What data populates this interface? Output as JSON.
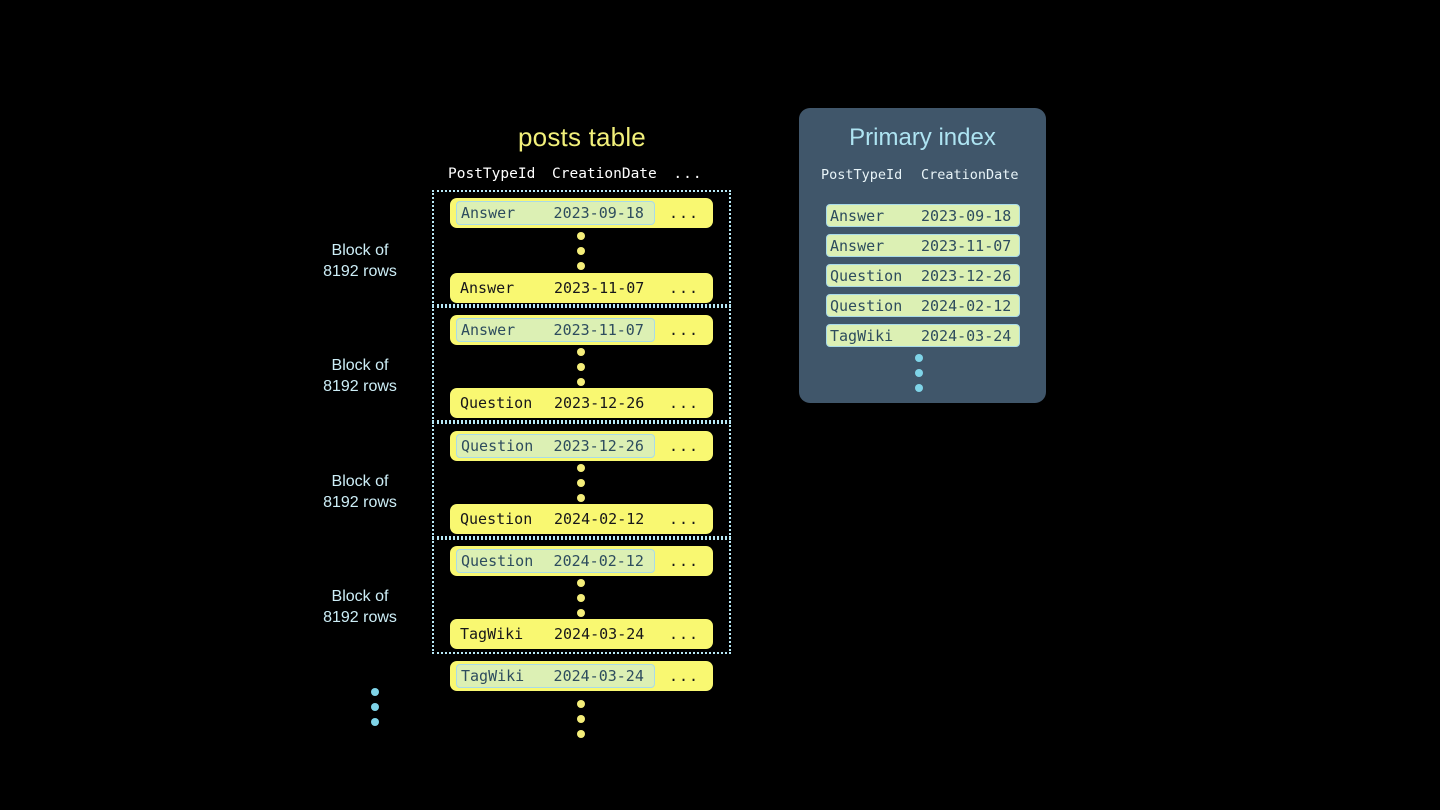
{
  "posts_table": {
    "title": "posts table",
    "columns": {
      "post_type_id": "PostTypeId",
      "creation_date": "CreationDate",
      "ellipsis": "..."
    },
    "block_label": "Block of\n8192 rows",
    "block_label_line1": "Block of",
    "block_label_line2": "8192 rows",
    "row_ellipsis": "...",
    "blocks": [
      {
        "label_line1": "Block of",
        "label_line2": "8192 rows",
        "first_row": {
          "post_type_id": "Answer",
          "creation_date": "2023-09-18",
          "marked": true
        },
        "last_row": {
          "post_type_id": "Answer",
          "creation_date": "2023-11-07",
          "marked": false
        }
      },
      {
        "label_line1": "Block of",
        "label_line2": "8192 rows",
        "first_row": {
          "post_type_id": "Answer",
          "creation_date": "2023-11-07",
          "marked": true
        },
        "last_row": {
          "post_type_id": "Question",
          "creation_date": "2023-12-26",
          "marked": false
        }
      },
      {
        "label_line1": "Block of",
        "label_line2": "8192 rows",
        "first_row": {
          "post_type_id": "Question",
          "creation_date": "2023-12-26",
          "marked": true
        },
        "last_row": {
          "post_type_id": "Question",
          "creation_date": "2024-02-12",
          "marked": false
        }
      },
      {
        "label_line1": "Block of",
        "label_line2": "8192 rows",
        "first_row": {
          "post_type_id": "Question",
          "creation_date": "2024-02-12",
          "marked": true
        },
        "last_row": {
          "post_type_id": "TagWiki",
          "creation_date": "2024-03-24",
          "marked": false
        }
      }
    ],
    "trailing_row": {
      "post_type_id": "TagWiki",
      "creation_date": "2024-03-24",
      "marked": true
    }
  },
  "primary_index": {
    "title": "Primary index",
    "columns": {
      "post_type_id": "PostTypeId",
      "creation_date": "CreationDate"
    },
    "rows": [
      {
        "post_type_id": "Answer",
        "creation_date": "2023-09-18"
      },
      {
        "post_type_id": "Answer",
        "creation_date": "2023-11-07"
      },
      {
        "post_type_id": "Question",
        "creation_date": "2023-12-26"
      },
      {
        "post_type_id": "Question",
        "creation_date": "2024-02-12"
      },
      {
        "post_type_id": "TagWiki",
        "creation_date": "2024-03-24"
      }
    ]
  },
  "colors": {
    "background": "#000000",
    "row_yellow": "#f9f871",
    "mark_green": "#dcf0b4",
    "mark_border_blue": "#a9dbe8",
    "panel_slate": "#40566a",
    "accent_light_blue": "#aee4f2",
    "title_yellow": "#f2f07a",
    "dot_yellow": "#f5ee7a",
    "dot_blue": "#7fd4e8"
  }
}
